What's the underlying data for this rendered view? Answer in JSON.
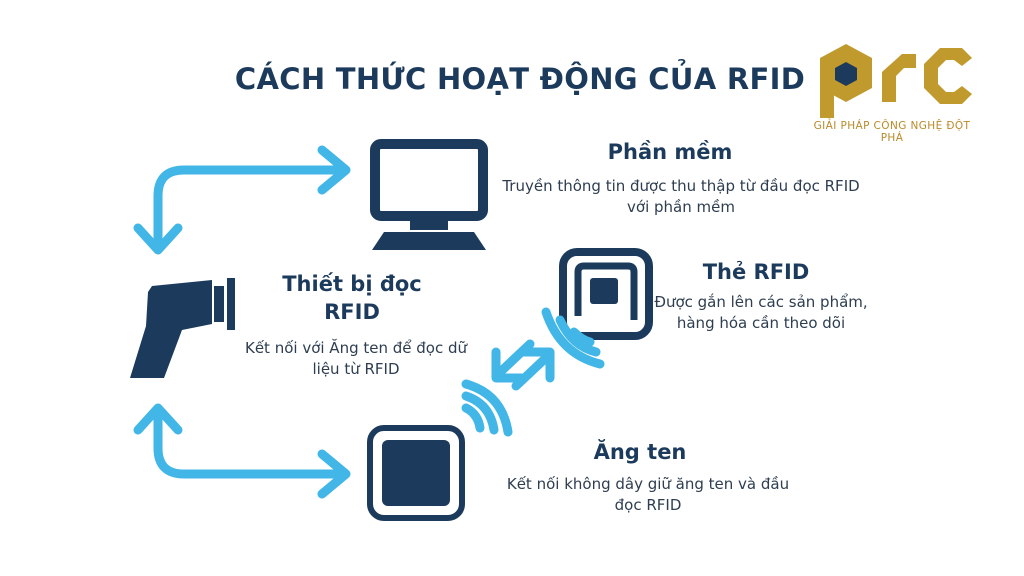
{
  "title": "CÁCH THỨC HOẠT ĐỘNG CỦA RFID",
  "logo": {
    "caption": "GIẢI PHÁP CÔNG NGHỆ ĐỘT PHÁ",
    "color": "#c19a2e",
    "accent": "#1c3b5c"
  },
  "nodes": {
    "software": {
      "heading": "Phần mềm",
      "description": "Truyền thông tin được thu thập từ đầu đọc RFID với phần mềm",
      "icon": "computer-icon"
    },
    "reader": {
      "heading": "Thiết bị đọc RFID",
      "description": "Kết nối với Ăng ten để đọc dữ liệu từ RFID",
      "icon": "rfid-reader-icon"
    },
    "tag": {
      "heading": "Thẻ RFID",
      "description": "Được gắn lên các sản phẩm, hàng hóa cần theo dõi",
      "icon": "rfid-tag-icon"
    },
    "antenna": {
      "heading": "Ăng ten",
      "description": "Kết nối không dây giữ ăng ten và đầu đọc RFID",
      "icon": "antenna-icon"
    }
  },
  "colors": {
    "navy": "#1c3b5c",
    "arrow": "#42b6e6",
    "gold": "#c19a2e"
  }
}
